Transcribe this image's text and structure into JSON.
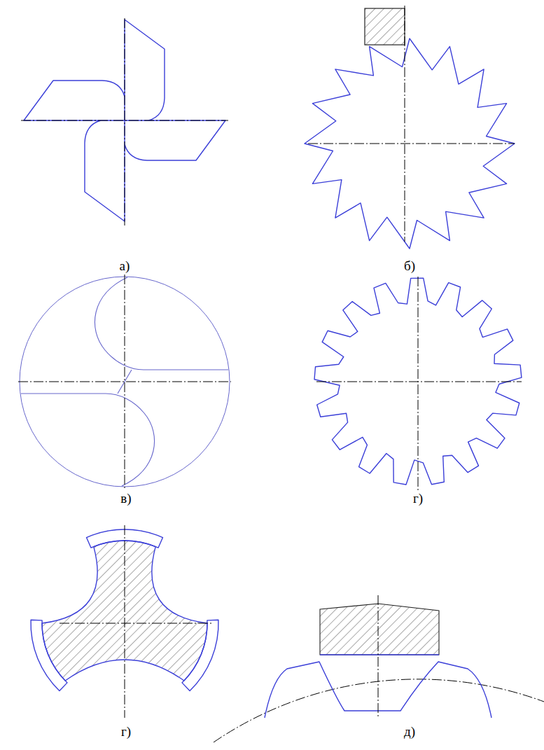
{
  "diagram": {
    "labels": [
      "а)",
      "б)",
      "в)",
      "г)",
      "г)",
      "д)"
    ]
  }
}
